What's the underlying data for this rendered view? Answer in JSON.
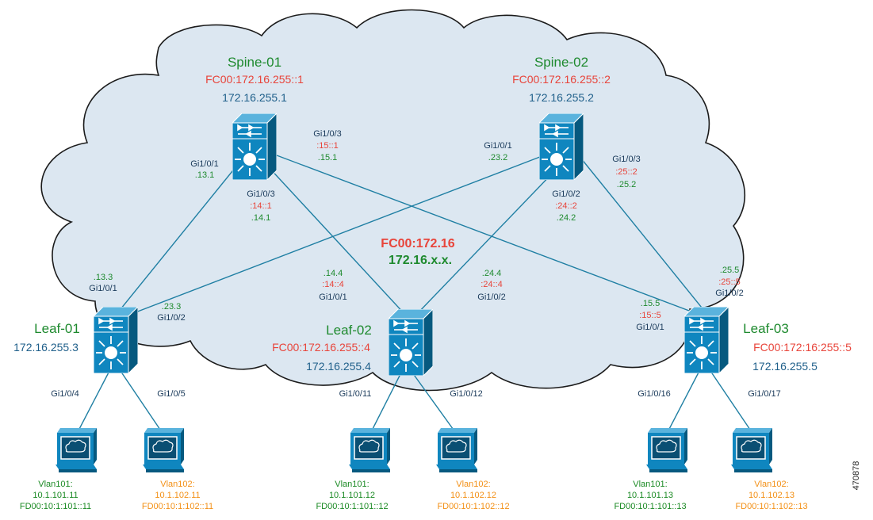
{
  "colors": {
    "cloud_fill": "#dce7f1",
    "cloud_stroke": "#1b1b1b",
    "link": "#1f7fa3",
    "device": "#0f86bf",
    "device_dark": "#06597f",
    "ipv6": "#e8443a",
    "ipv4_green": "#1e8a2e",
    "blue_text": "#1f5f8a",
    "port_text": "#1a3a5a",
    "orange": "#f39016",
    "host_green": "#1b8a24"
  },
  "center": {
    "v6": "FC00:172.16",
    "v4": "172.16.x.x."
  },
  "spines": [
    {
      "name": "Spine-01",
      "ipv6": "FC00:172.16.255::1",
      "ipv4": "172.16.255.1"
    },
    {
      "name": "Spine-02",
      "ipv6": "FC00:172.16.255::2",
      "ipv4": "172.16.255.2"
    }
  ],
  "leafs": [
    {
      "name": "Leaf-01",
      "ipv6": "",
      "ipv4": "172.16.255.3"
    },
    {
      "name": "Leaf-02",
      "ipv6": "FC00:172.16.255::4",
      "ipv4": "172.16.255.4"
    },
    {
      "name": "Leaf-03",
      "ipv6": "FC00:172:16:255::5",
      "ipv4": "172.16.255.5"
    }
  ],
  "link_labels": {
    "s1_gi1": {
      "port": "Gi1/0/1",
      "v4": ".13.1"
    },
    "s1_gi3a": {
      "port": "Gi1/0/3",
      "v6": ":14::1",
      "v4": ".14.1"
    },
    "s1_gi3b": {
      "port": "Gi1/0/3",
      "v6": ":15::1",
      "v4": ".15.1"
    },
    "s2_gi1": {
      "port": "Gi1/0/1",
      "v4": ".23.2"
    },
    "s2_gi2": {
      "port": "Gi1/0/2",
      "v6": ":24::2",
      "v4": ".24.2"
    },
    "s2_gi3": {
      "port": "Gi1/0/3",
      "v6": ":25::2",
      "v4": ".25.2"
    },
    "l1_gi1": {
      "v4": ".13.3",
      "port": "Gi1/0/1"
    },
    "l1_gi2": {
      "v4": ".23.3",
      "port": "Gi1/0/2"
    },
    "l2_gi1": {
      "v4": ".14.4",
      "v6": ":14::4",
      "port": "Gi1/0/1"
    },
    "l2_gi2": {
      "v4": ".24.4",
      "v6": ":24::4",
      "port": "Gi1/0/2"
    },
    "l3_gi1": {
      "v4": ".15.5",
      "v6": ":15::5",
      "port": "Gi1/0/1"
    },
    "l3_gi2": {
      "v4": ".25.5",
      "v6": ":25::5",
      "port": "Gi1/0/2"
    }
  },
  "host_ports": [
    "Gi1/0/4",
    "Gi1/0/5",
    "Gi1/0/11",
    "Gi1/0/12",
    "Gi1/0/16",
    "Gi1/0/17"
  ],
  "hosts": [
    {
      "vlan": "Vlan101:",
      "ipv4": "10.1.101.11",
      "ipv6": "FD00:10:1:101::11"
    },
    {
      "vlan": "Vlan102:",
      "ipv4": "10.1.102.11",
      "ipv6": "FD00:10:1:102::11"
    },
    {
      "vlan": "Vlan101:",
      "ipv4": "10.1.101.12",
      "ipv6": "FD00:10:1:101::12"
    },
    {
      "vlan": "Vlan102:",
      "ipv4": "10.1.102.12",
      "ipv6": "FD00:10:1:102::12"
    },
    {
      "vlan": "Vlan101:",
      "ipv4": "10.1.101.13",
      "ipv6": "FD00:10:1:101::13"
    },
    {
      "vlan": "Vlan102:",
      "ipv4": "10.1.102.13",
      "ipv6": "FD00:10:1:102::13"
    }
  ],
  "figure_id": "470878"
}
